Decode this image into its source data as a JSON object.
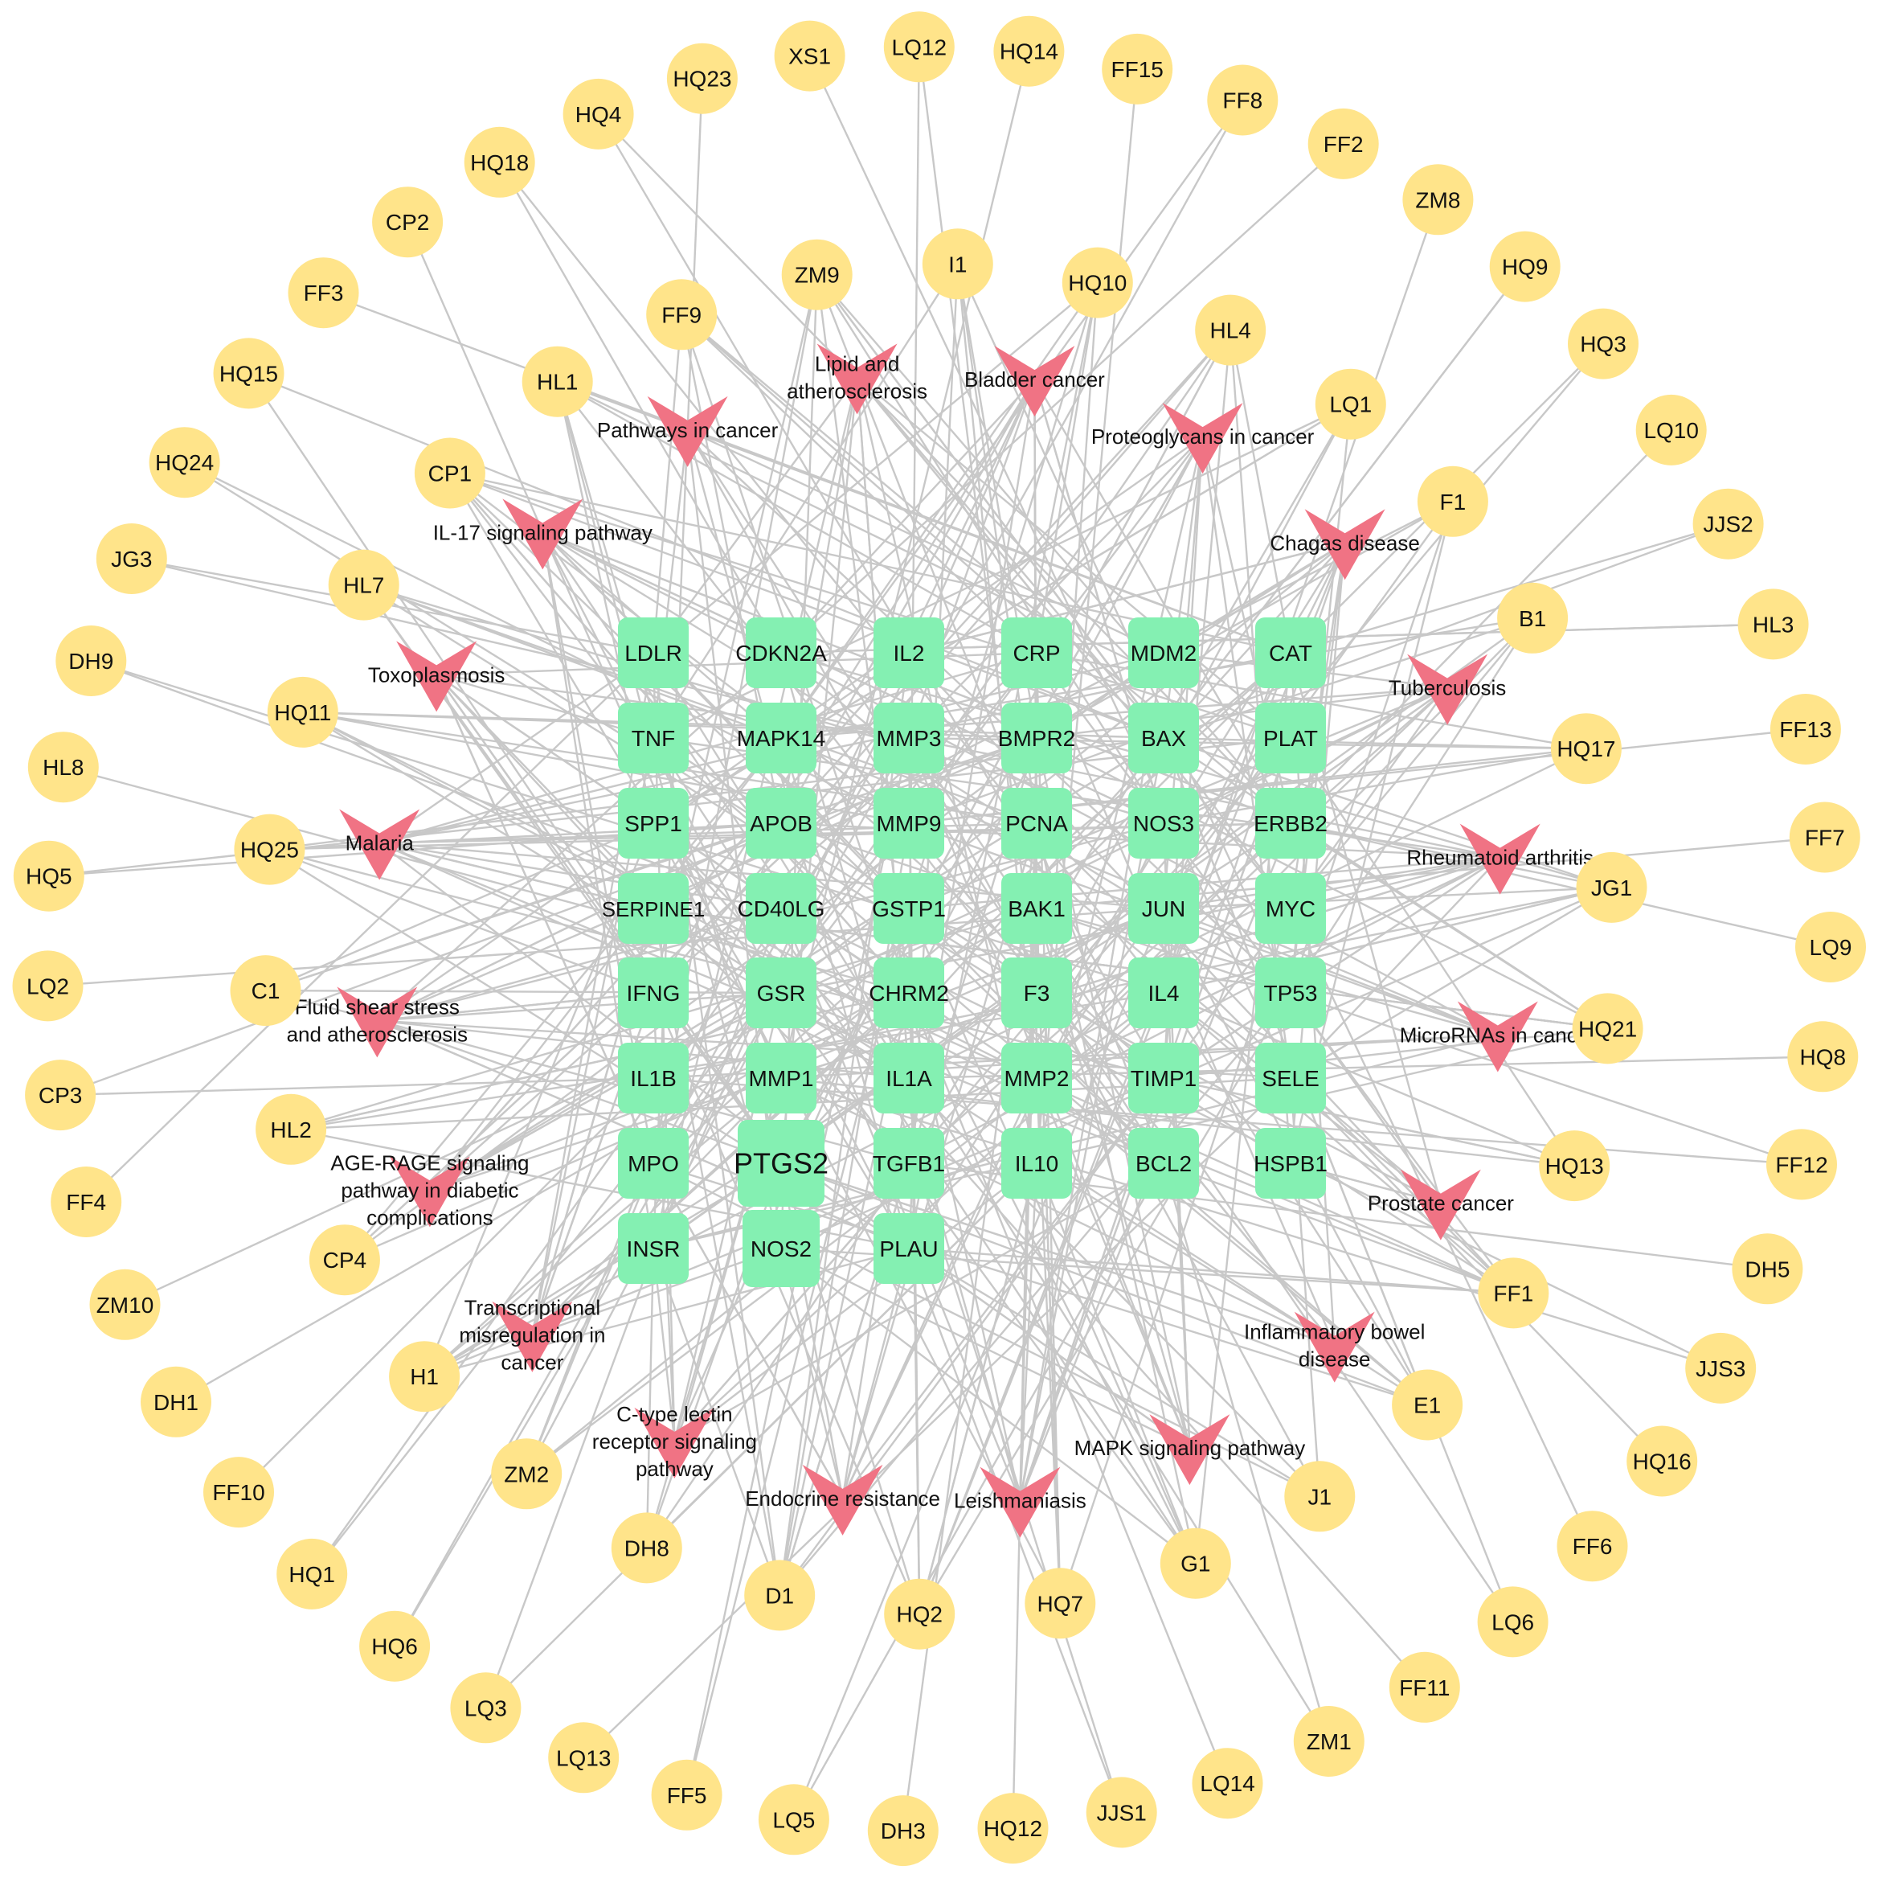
{
  "colors": {
    "compound": "#FFE48A",
    "gene": "#84F0B2",
    "pathway": "#F07384",
    "edge": "#C8C8C8",
    "text": "#111111"
  },
  "legend": null,
  "outer_compounds": [
    "XS1",
    "LQ12",
    "HQ14",
    "FF15",
    "FF8",
    "FF2",
    "ZM8",
    "HQ9",
    "HQ3",
    "LQ10",
    "JJS2",
    "HL3",
    "FF13",
    "FF7",
    "LQ9",
    "HQ8",
    "FF12",
    "DH5",
    "JJS3",
    "HQ16",
    "FF6",
    "LQ6",
    "FF11",
    "ZM1",
    "LQ14",
    "JJS1",
    "HQ12",
    "DH3",
    "LQ5",
    "FF5",
    "LQ13",
    "LQ3",
    "HQ6",
    "HQ1",
    "FF10",
    "DH1",
    "ZM10",
    "FF4",
    "CP3",
    "LQ2",
    "HQ5",
    "HL8",
    "DH9",
    "JG3",
    "HQ24",
    "HQ15",
    "FF3",
    "CP2",
    "HQ18",
    "HQ4",
    "HQ23"
  ],
  "inner_compounds": [
    "HL1",
    "FF9",
    "ZM9",
    "I1",
    "HQ10",
    "HL4",
    "LQ1",
    "F1",
    "B1",
    "HQ17",
    "JG1",
    "HQ21",
    "HQ13",
    "FF1",
    "E1",
    "J1",
    "G1",
    "HQ7",
    "HQ2",
    "D1",
    "DH8",
    "ZM2",
    "H1",
    "CP4",
    "HL2",
    "C1",
    "HQ25",
    "HQ11",
    "HL7",
    "CP1"
  ],
  "pathways": [
    {
      "label": "Bladder cancer"
    },
    {
      "label": "Proteoglycans in cancer"
    },
    {
      "label": "Chagas disease"
    },
    {
      "label": "Tuberculosis"
    },
    {
      "label": "Rheumatoid arthritis"
    },
    {
      "label": "MicroRNAs in cancer"
    },
    {
      "label": "Prostate cancer"
    },
    {
      "label": "Inflammatory bowel disease"
    },
    {
      "label": "MAPK signaling pathway"
    },
    {
      "label": "Leishmaniasis"
    },
    {
      "label": "Endocrine resistance"
    },
    {
      "label": "C-type lectin receptor signaling pathway"
    },
    {
      "label": "Transcriptional misregulation in cancer"
    },
    {
      "label": "AGE-RAGE signaling pathway in diabetic complications"
    },
    {
      "label": "Fluid shear stress and atherosclerosis"
    },
    {
      "label": "Malaria"
    },
    {
      "label": "Toxoplasmosis"
    },
    {
      "label": "IL-17 signaling pathway"
    },
    {
      "label": "Pathways in cancer"
    },
    {
      "label": "Lipid and atherosclerosis"
    }
  ],
  "gene_grid": [
    [
      "LDLR",
      "CDKN2A",
      "IL2",
      "CRP",
      "MDM2",
      "CAT"
    ],
    [
      "TNF",
      "MAPK14",
      "MMP3",
      "BMPR2",
      "BAX",
      "PLAT"
    ],
    [
      "SPP1",
      "APOB",
      "MMP9",
      "PCNA",
      "NOS3",
      "ERBB2"
    ],
    [
      "SERPINE1",
      "CD40LG",
      "GSTP1",
      "BAK1",
      "JUN",
      "MYC"
    ],
    [
      "IFNG",
      "GSR",
      "CHRM2",
      "F3",
      "IL4",
      "TP53"
    ],
    [
      "IL1B",
      "MMP1",
      "IL1A",
      "MMP2",
      "TIMP1",
      "SELE"
    ],
    [
      "MPO",
      "PTGS2",
      "TGFB1",
      "IL10",
      "BCL2",
      "HSPB1"
    ],
    [
      "INSR",
      "NOS2",
      "PLAU"
    ]
  ]
}
